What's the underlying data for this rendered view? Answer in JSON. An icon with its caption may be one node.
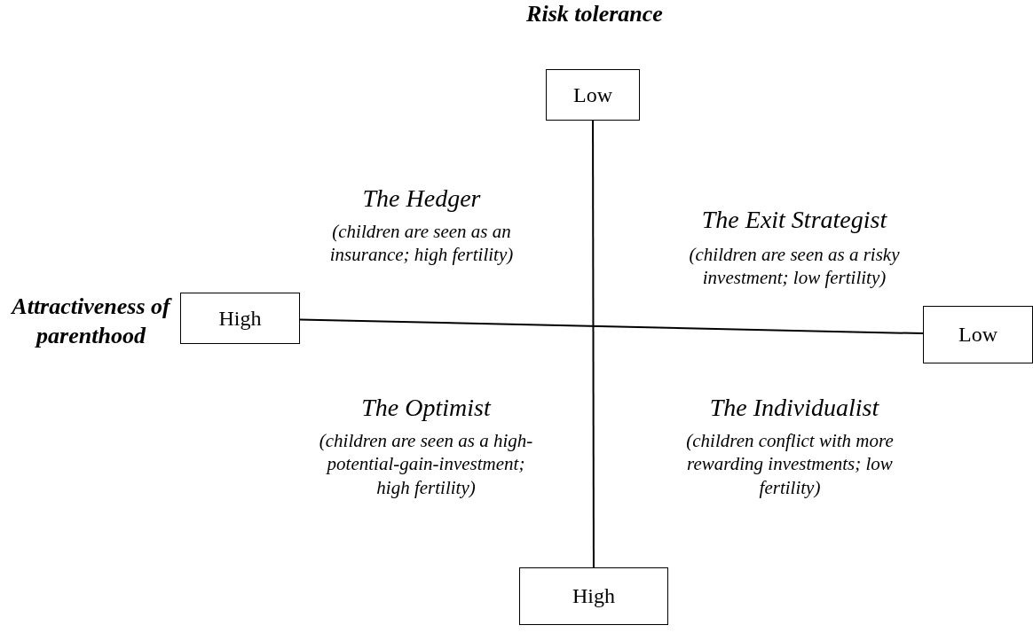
{
  "diagram": {
    "nodes": [
      {
        "text": [
          "Low"
        ],
        "beside": [
          "Risk tolerance"
        ]
      },
      {
        "text": [
          "High"
        ],
        "beside": [
          "Attractiveness of parenthood"
        ]
      },
      {
        "text": [
          "Low"
        ]
      },
      {
        "text": [
          "High"
        ]
      }
    ],
    "edges": [
      {
        "from": 0,
        "to": 3,
        "arrow": "none"
      },
      {
        "from": 1,
        "to": 2,
        "arrow": "none"
      }
    ],
    "labels": [
      "The Hedger",
      "(children are seen as an insurance; high fertility)",
      "The Exit Strategist",
      "(children are seen as a risky investment; low fertility)",
      "The Optimist",
      "(children are seen as a high-potential-gain-investment; high fertility)",
      "The Individualist",
      "(children conflict with more rewarding investments; low fertility)"
    ]
  }
}
